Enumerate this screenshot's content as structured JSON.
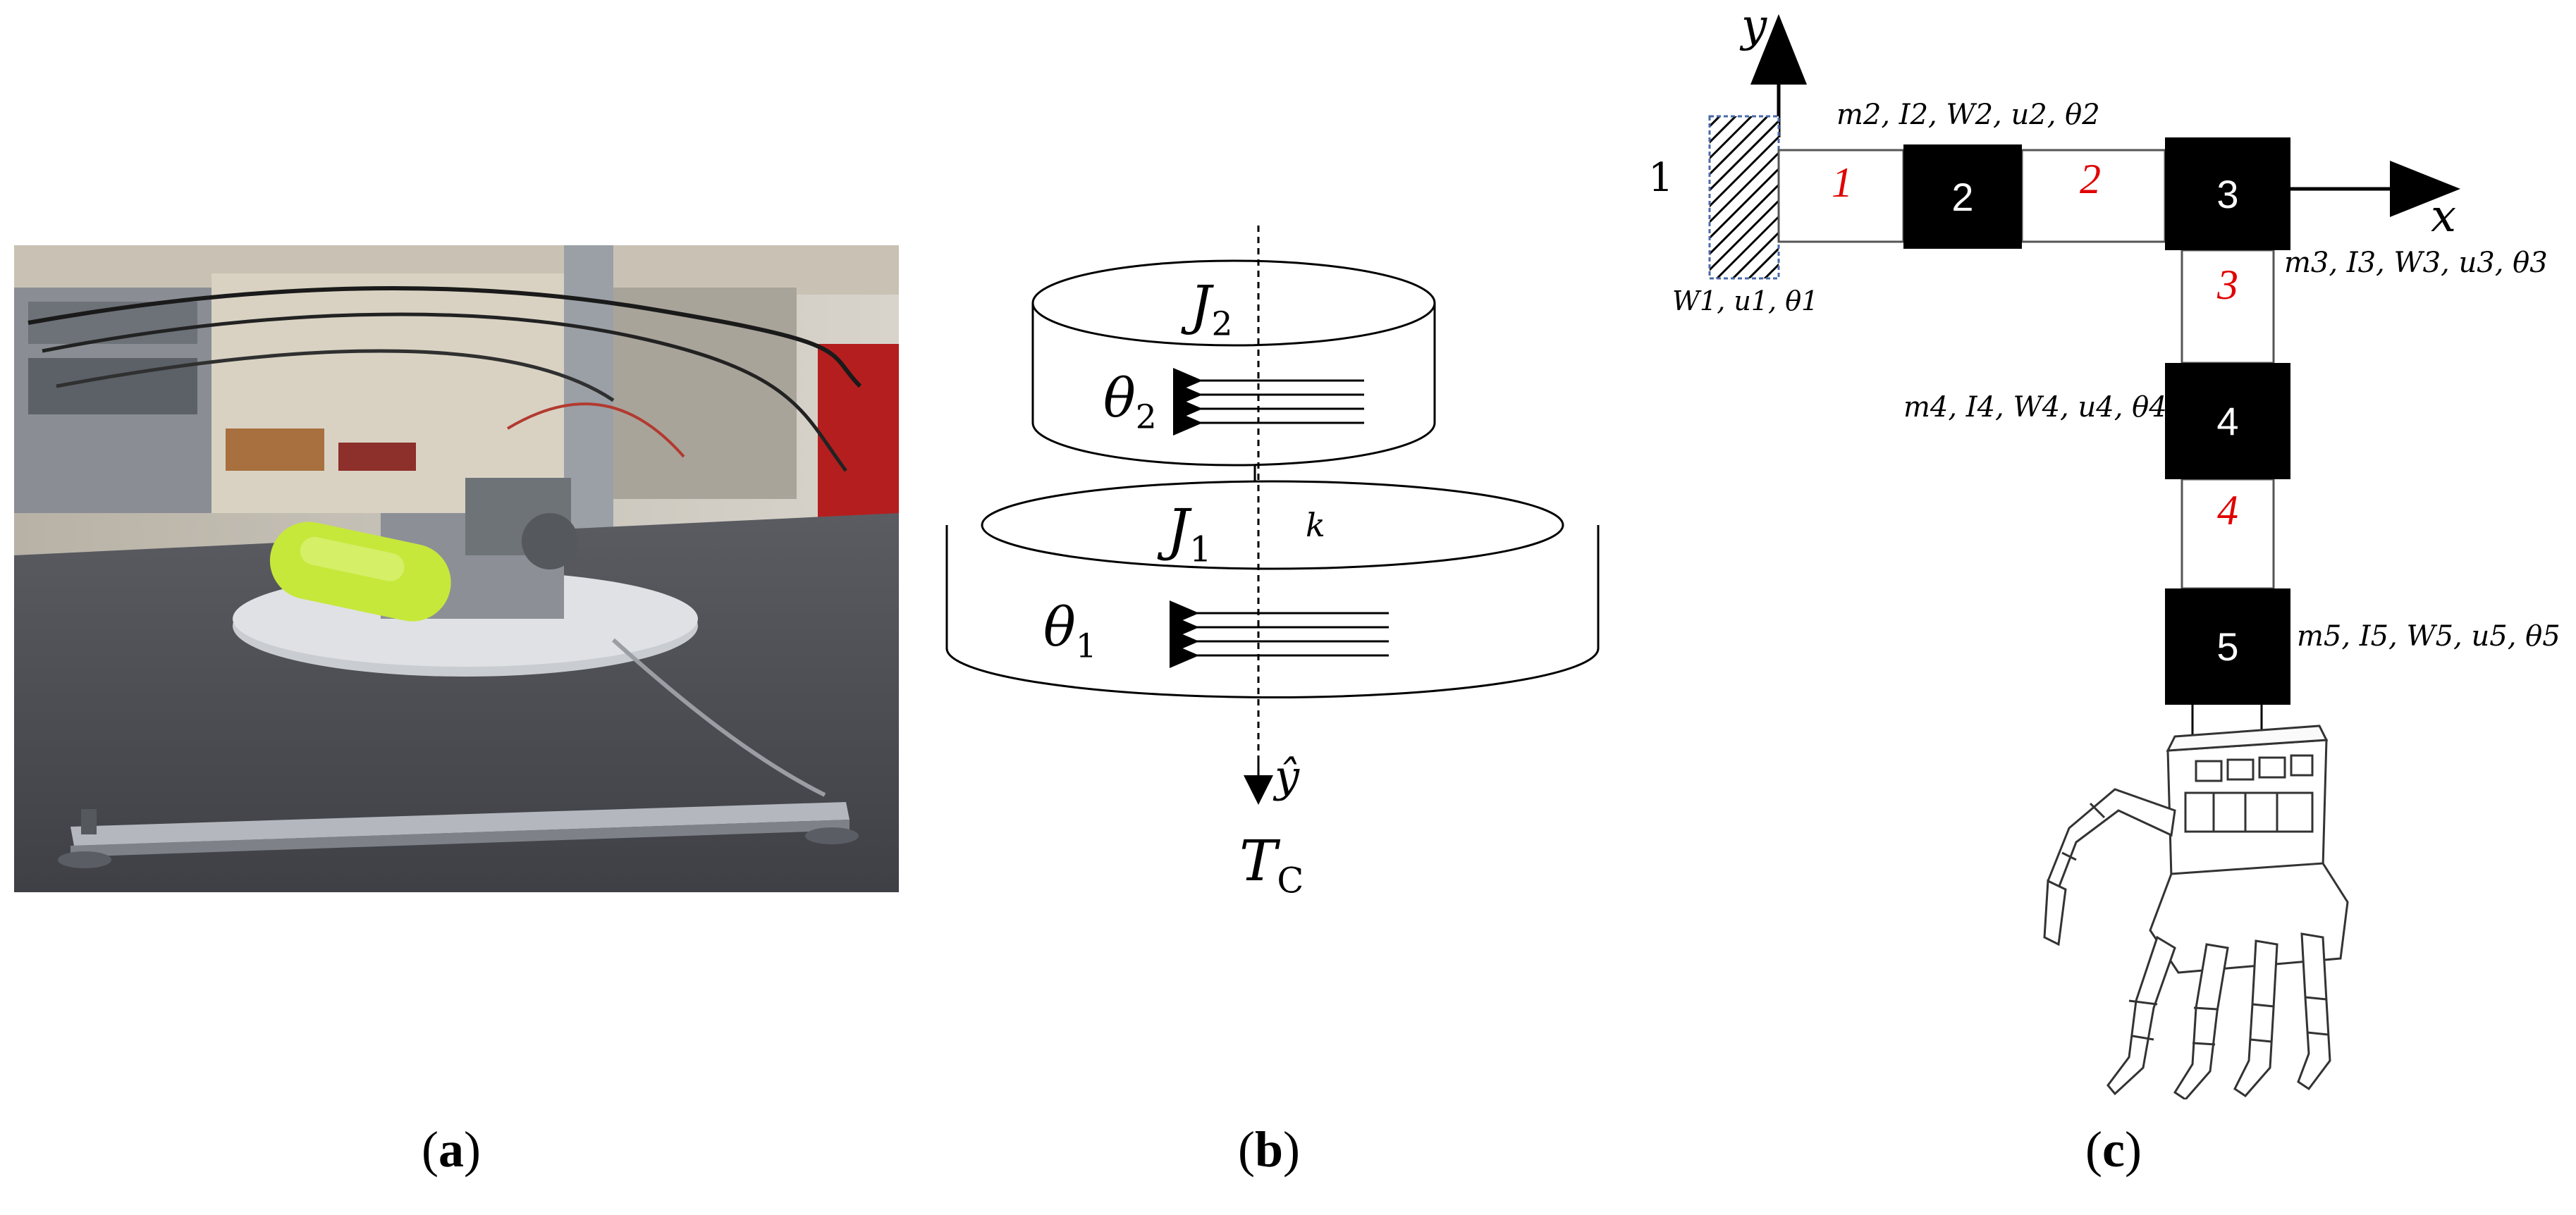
{
  "panels": {
    "a": {
      "caption_open": "(",
      "caption_letter": "a",
      "caption_close": ")",
      "description": "photograph of spacecraft simulator test rig on granite table"
    },
    "b": {
      "caption_open": "(",
      "caption_letter": "b",
      "caption_close": ")",
      "upper_inertia": {
        "sym": "J",
        "sub": "2"
      },
      "upper_angle": {
        "sym": "θ",
        "sub": "2"
      },
      "lower_inertia": {
        "sym": "J",
        "sub": "1"
      },
      "lower_angle": {
        "sym": "θ",
        "sub": "1"
      },
      "spring": "k",
      "axis": "ŷ",
      "torque": {
        "sym": "T",
        "sub": "C"
      }
    },
    "c": {
      "caption_open": "(",
      "caption_letter": "c",
      "caption_close": ")",
      "axis_x": "x",
      "axis_y": "y",
      "wall_number": "1",
      "wall_label": "W1, u1, θ1",
      "nodes": [
        {
          "id": "2",
          "label": "m2, I2, W2, u2, θ2"
        },
        {
          "id": "3",
          "label": "m3, I3, W3, u3, θ3"
        },
        {
          "id": "4",
          "label": "m4, I4, W4, u4, θ4"
        },
        {
          "id": "5",
          "label": "m5, I5, W5, u5, θ5"
        }
      ],
      "links": [
        "1",
        "2",
        "3",
        "4"
      ]
    }
  },
  "colors": {
    "link_number": "#e00000",
    "block": "#000000",
    "photo_floor": "#4a4c52",
    "tank": "#c6e83a"
  }
}
